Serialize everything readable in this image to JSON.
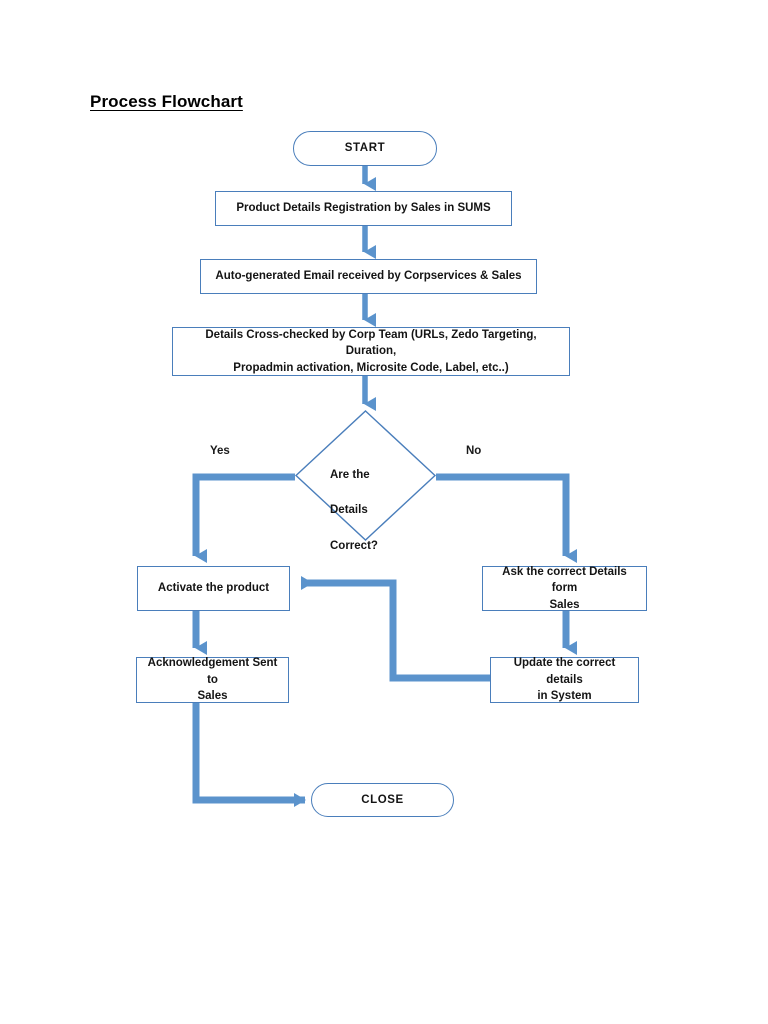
{
  "document": {
    "title": "Process Flowchart"
  },
  "theme": {
    "connector_color": "#5b93cc",
    "node_border_color": "#4a7ebb",
    "node_fill": "#ffffff",
    "text_color": "#141414",
    "page_background": "#ffffff"
  },
  "chart_data": {
    "type": "diagram",
    "title": "Process Flowchart",
    "nodes": [
      {
        "id": "start",
        "shape": "terminator",
        "label": "START"
      },
      {
        "id": "register",
        "shape": "process",
        "label": "Product Details Registration by Sales in SUMS"
      },
      {
        "id": "email",
        "shape": "process",
        "label": "Auto-generated Email received by Corpservices & Sales"
      },
      {
        "id": "crosscheck",
        "shape": "process",
        "label": "Details Cross-checked by Corp Team (URLs, Zedo Targeting, Duration, Propadmin activation, Microsite Code, Label, etc..)"
      },
      {
        "id": "decision",
        "shape": "decision",
        "label": "Are the\nDetails\nCorrect?"
      },
      {
        "id": "activate",
        "shape": "process",
        "label": "Activate the product"
      },
      {
        "id": "ack",
        "shape": "process",
        "label": "Acknowledgement Sent to Sales"
      },
      {
        "id": "ask",
        "shape": "process",
        "label": "Ask the correct Details form Sales"
      },
      {
        "id": "update",
        "shape": "process",
        "label": "Update the correct details in System"
      },
      {
        "id": "close",
        "shape": "terminator",
        "label": "CLOSE"
      }
    ],
    "edges": [
      {
        "from": "start",
        "to": "register",
        "label": ""
      },
      {
        "from": "register",
        "to": "email",
        "label": ""
      },
      {
        "from": "email",
        "to": "crosscheck",
        "label": ""
      },
      {
        "from": "crosscheck",
        "to": "decision",
        "label": ""
      },
      {
        "from": "decision",
        "to": "activate",
        "label": "Yes"
      },
      {
        "from": "decision",
        "to": "ask",
        "label": "No"
      },
      {
        "from": "activate",
        "to": "ack",
        "label": ""
      },
      {
        "from": "ask",
        "to": "update",
        "label": ""
      },
      {
        "from": "update",
        "to": "activate",
        "label": ""
      },
      {
        "from": "ack",
        "to": "close",
        "label": ""
      }
    ]
  },
  "nodes": {
    "start": {
      "label": "START"
    },
    "register": {
      "label": "Product Details Registration by Sales in SUMS"
    },
    "email": {
      "label": "Auto-generated Email received by Corpservices & Sales"
    },
    "crosscheck": {
      "line1": "Details Cross-checked by Corp Team (URLs, Zedo Targeting, Duration,",
      "line2": "Propadmin activation, Microsite Code, Label, etc..)"
    },
    "decision": {
      "line1": "Are the",
      "line2": "Details",
      "line3": "Correct?"
    },
    "activate": {
      "label": "Activate the product"
    },
    "ack": {
      "line1": "Acknowledgement Sent to",
      "line2": "Sales"
    },
    "ask": {
      "line1": "Ask the correct Details form",
      "line2": "Sales"
    },
    "update": {
      "line1": "Update the correct details",
      "line2": "in System"
    },
    "close": {
      "label": "CLOSE"
    }
  },
  "branch_labels": {
    "yes": "Yes",
    "no": "No"
  }
}
